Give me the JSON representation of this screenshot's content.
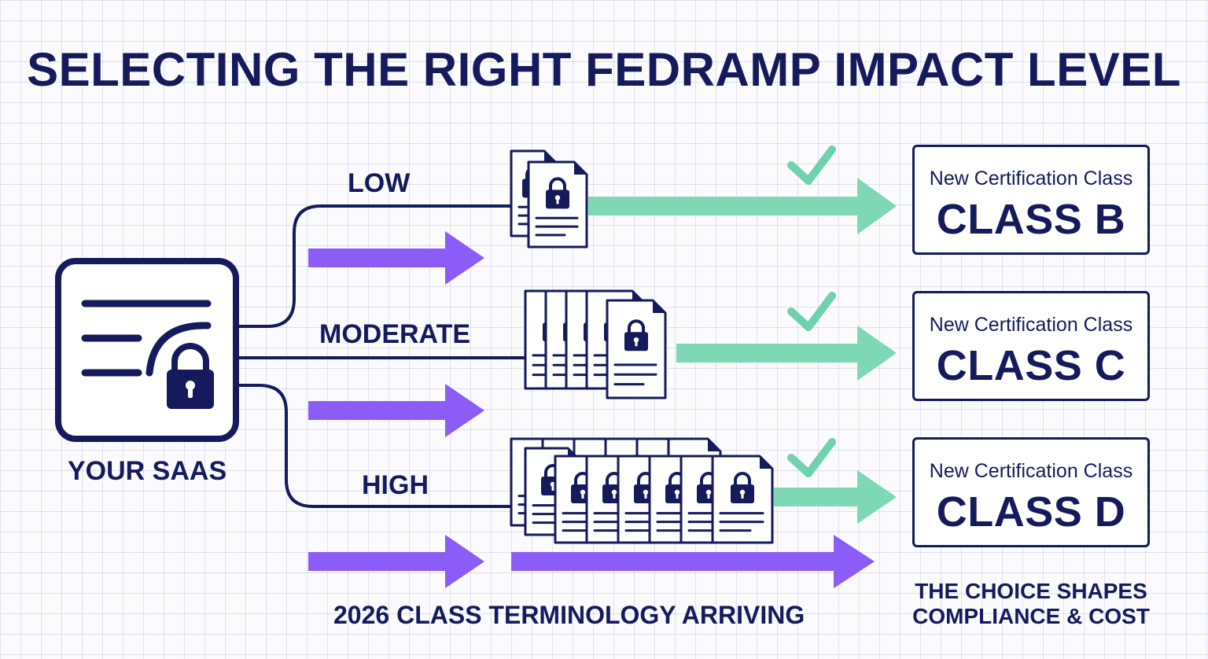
{
  "title": "SELECTING THE RIGHT FEDRAMP IMPACT LEVEL",
  "source": {
    "label": "YOUR SAAS",
    "icon": "document-lock-icon"
  },
  "levels": [
    {
      "label": "LOW",
      "doc_count": 2
    },
    {
      "label": "MODERATE",
      "doc_count": 5
    },
    {
      "label": "HIGH",
      "doc_count": 9
    }
  ],
  "classes": [
    {
      "subtitle": "New Certification Class",
      "name": "CLASS B"
    },
    {
      "subtitle": "New Certification Class",
      "name": "CLASS C"
    },
    {
      "subtitle": "New Certification Class",
      "name": "CLASS D"
    }
  ],
  "footer": {
    "terminology": "2026 CLASS TERMINOLOGY ARRIVING",
    "note": "THE CHOICE SHAPES COMPLIANCE & COST"
  },
  "colors": {
    "navy": "#141a5c",
    "green": "#7ed8b5",
    "purple": "#8c5cf6",
    "check": "#6fd1ad"
  },
  "icons": [
    "document-lock-icon",
    "lock-icon",
    "check-icon",
    "arrow-right-icon"
  ]
}
